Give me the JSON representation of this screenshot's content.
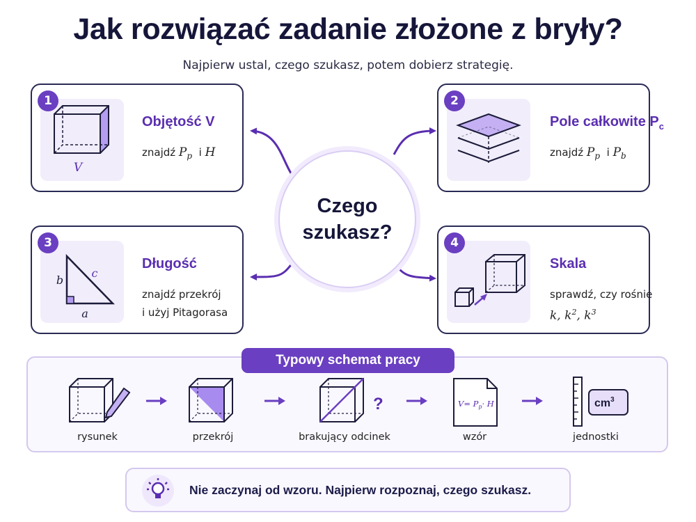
{
  "header": {
    "title": "Jak rozwiązać zadanie złożone z bryły?",
    "subtitle": "Najpierw ustal, czego szukasz, potem dobierz strategię."
  },
  "center": {
    "line1": "Czego",
    "line2": "szukasz?"
  },
  "cards": [
    {
      "number": "1",
      "title": "Objętość V",
      "desc": "znajdź",
      "sym1": "P",
      "sub1": "p",
      "conj": "i",
      "sym2": "H",
      "illustration_label": "V",
      "icon": "cube-icon"
    },
    {
      "number": "2",
      "title": "Pole całkowite P",
      "title_sub": "c",
      "desc": "znajdź",
      "sym1": "P",
      "sub1": "p",
      "conj": "i",
      "sym2": "P",
      "sub2": "b",
      "icon": "stacked-layers-icon"
    },
    {
      "number": "3",
      "title": "Długość",
      "desc_line1": "znajdź przekrój",
      "desc_line2": "i użyj Pitagorasa",
      "side_a": "a",
      "side_b": "b",
      "side_c": "c",
      "icon": "right-triangle-icon"
    },
    {
      "number": "4",
      "title": "Skala",
      "desc_line1": "sprawdź, czy rośnie",
      "k1": "k,",
      "k2": "k",
      "k2_exp": "2",
      "k2_sep": ",",
      "k3": "k",
      "k3_exp": "3",
      "icon": "scaled-cubes-icon"
    }
  ],
  "workflow": {
    "title": "Typowy schemat pracy",
    "steps": [
      {
        "label": "rysunek",
        "icon": "cube-with-pencil-icon"
      },
      {
        "label": "przekrój",
        "icon": "cube-section-icon"
      },
      {
        "label": "brakujący odcinek",
        "icon": "cube-question-icon",
        "mark": "?"
      },
      {
        "label": "wzór",
        "icon": "formula-document-icon",
        "formula_v": "V",
        "formula_eq": "= P",
        "formula_sub": "p",
        "formula_rest": "· H"
      },
      {
        "label": "jednostki",
        "icon": "ruler-units-icon",
        "unit": "cm",
        "unit_exp": "3"
      }
    ]
  },
  "tip": {
    "text": "Nie zaczynaj od wzoru. Najpierw rozpoznaj, czego szukasz.",
    "icon": "lightbulb-icon"
  },
  "colors": {
    "accent": "#6a3fc1",
    "accent_light": "#c9b6f3",
    "ink": "#16163a",
    "card_border": "#2a2a55"
  }
}
